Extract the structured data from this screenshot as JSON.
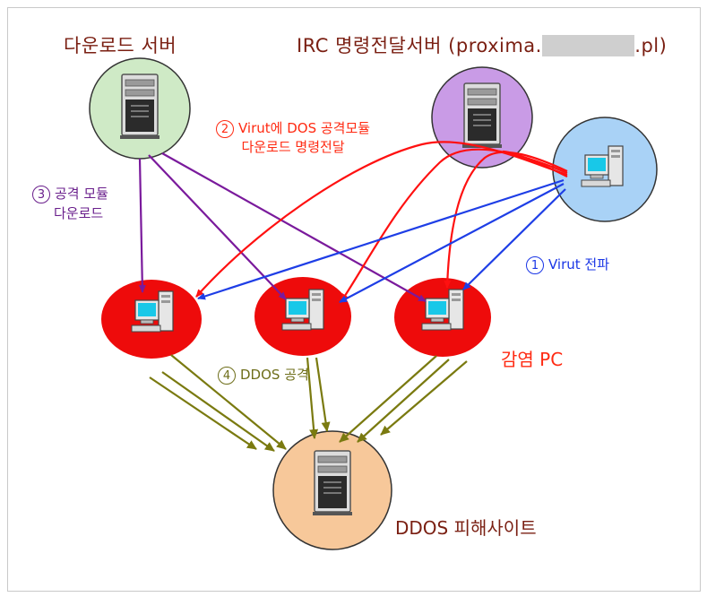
{
  "labels": {
    "download_server": "다운로드 서버",
    "irc_server_prefix": "IRC 명령전달서버 (proxima.",
    "irc_server_masked": "xxxxxxxx",
    "irc_server_suffix": ".pl)",
    "step2_num": "2",
    "step2_line1": "Virut에 DOS 공격모듈",
    "step2_line2": "다운로드 명령전달",
    "step3_num": "3",
    "step3_line1": "공격 모듈",
    "step3_line2": "다운로드",
    "step1_num": "1",
    "step1_text": "Virut 전파",
    "step4_num": "4",
    "step4_text": "DDOS 공격",
    "infected_pc": "감염 PC",
    "victim_site": "DDOS 피해사이트"
  },
  "colors": {
    "download_server_circle": "#cfeac6",
    "irc_server_circle": "#c99be6",
    "infector_pc_circle": "#a9d2f6",
    "infected_pc_circle": "#ee0b0b",
    "victim_circle": "#f7c89a",
    "purple_arrow": "#7a1a9c",
    "red_arrow": "#ff1010",
    "blue_arrow": "#1e3ee6",
    "olive_arrow": "#7a7a10"
  },
  "icons": [
    "tower-server-icon",
    "desktop-pc-icon"
  ]
}
